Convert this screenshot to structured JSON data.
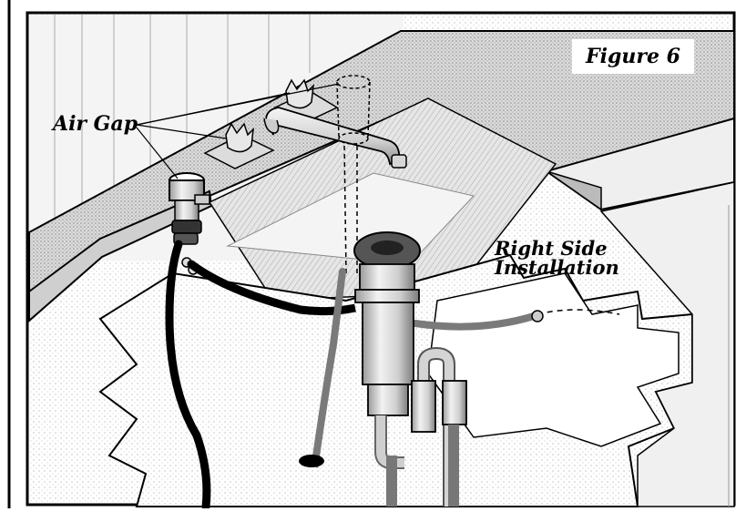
{
  "figure": {
    "title": "Figure 6"
  },
  "labels": {
    "air_gap": "Air Gap",
    "right_side_line1": "Right Side",
    "right_side_line2": "Installation"
  }
}
